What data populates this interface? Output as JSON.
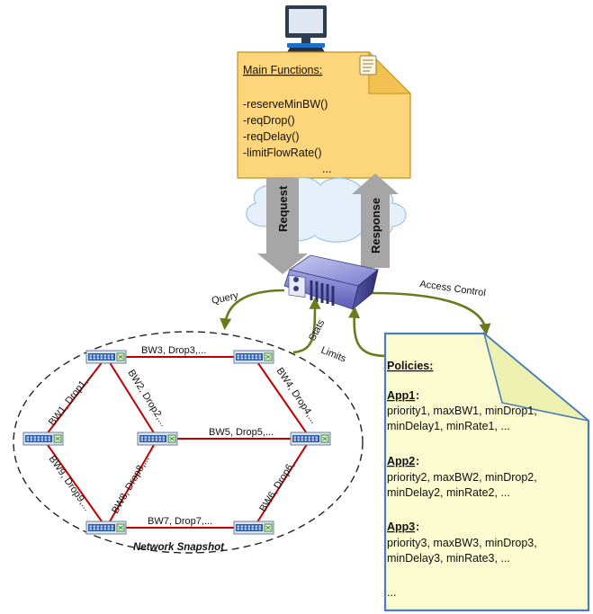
{
  "main_functions": {
    "title": "Main Functions:",
    "items": [
      "-reserveMinBW()",
      "-reqDrop()",
      "-reqDelay()",
      "-limitFlowRate()",
      "..."
    ]
  },
  "arrows": {
    "request": "Request",
    "response": "Response",
    "query": "Query",
    "access_control": "Access Control",
    "stats": "Stats",
    "limits": "Limits"
  },
  "links": {
    "top": "BW3, Drop3,...",
    "upper_left": "BW1, Drop1,...",
    "upper_middle": "BW2, Drop2,...",
    "upper_right": "BW4, Drop4,...",
    "middle": "BW5, Drop5,...",
    "lower_left": "BW9, Drop9,...",
    "lower_middle": "BW8, Drop8,...",
    "lower_right": "BW6, Drop6,...",
    "bottom": "BW7, Drop7,..."
  },
  "network_label": "Network Snapshot",
  "policies": {
    "title": "Policies:",
    "apps": [
      {
        "name": "App1",
        "line1": "priority1, maxBW1, minDrop1,",
        "line2": "minDelay1, minRate1, ..."
      },
      {
        "name": "App2",
        "line1": "priority2, maxBW2, minDrop2,",
        "line2": "minDelay2, minRate2, ..."
      },
      {
        "name": "App3",
        "line1": "priority3, maxBW3, minDrop3,",
        "line2": "minDelay3, minRate3, ..."
      }
    ],
    "ellipsis": "..."
  },
  "colors": {
    "note_fill": "#fdd57a",
    "policy_fill": "#fbfbcf",
    "policy_border": "#4a7ebb",
    "link": "#c00000",
    "control_arrow": "#6b7a1c",
    "gray_arrow": "#a6a6a6",
    "cloud_fill": "#e6f0fb",
    "cloud_stroke": "#9dc3e6"
  }
}
